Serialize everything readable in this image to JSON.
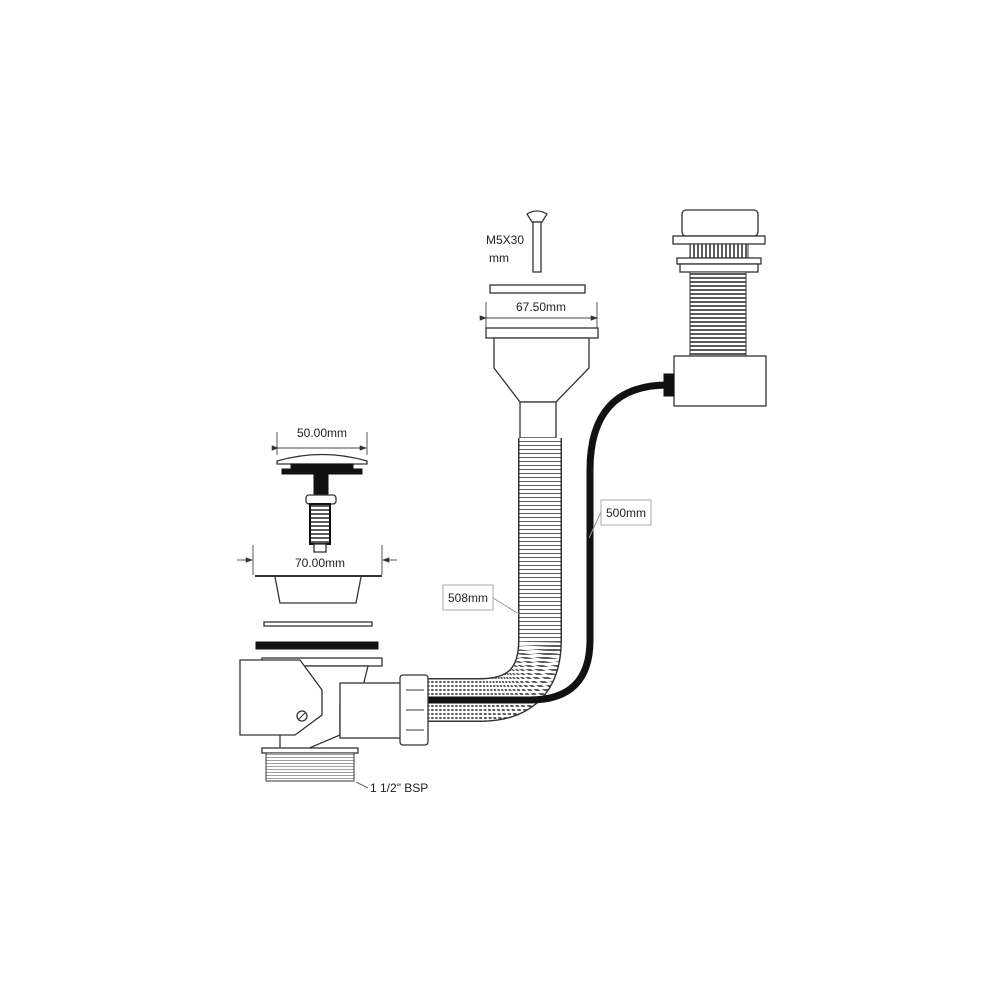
{
  "labels": {
    "screw_size_line1": "M5X30",
    "screw_size_line2": "mm",
    "flange_diameter": "67.50mm",
    "plug_diameter": "50.00mm",
    "strainer_diameter": "70.00mm",
    "hose_length": "508mm",
    "cable_length": "500mm",
    "thread_size": "1 1/2\" BSP"
  },
  "colors": {
    "line": "#333333",
    "cable": "#111111"
  }
}
